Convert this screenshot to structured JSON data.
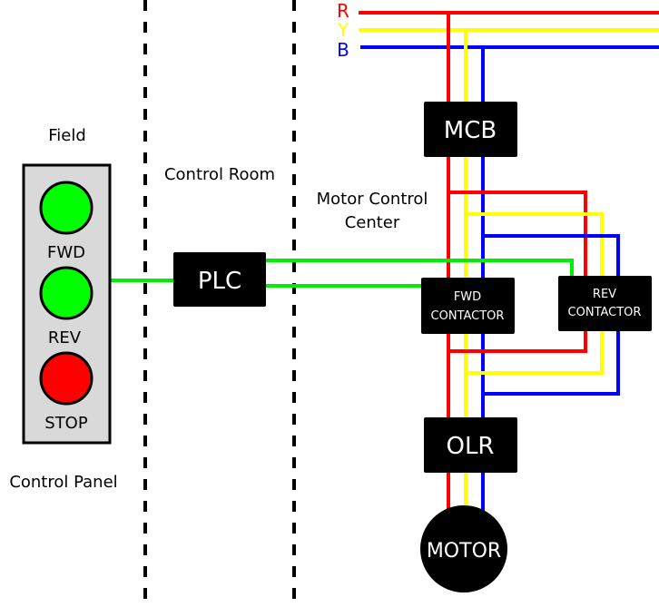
{
  "zones": {
    "field": "Field",
    "control_room": "Control Room",
    "mcc_line1": "Motor Control",
    "mcc_line2": "Center",
    "control_panel": "Control Panel"
  },
  "phases": {
    "r": {
      "label": "R",
      "color": "#ff0000"
    },
    "y": {
      "label": "Y",
      "color": "#ffff00"
    },
    "b": {
      "label": "B",
      "color": "#0000ff"
    }
  },
  "control_wire_color": "#00ee00",
  "panel": {
    "buttons": [
      {
        "label": "FWD",
        "color": "#00ff00"
      },
      {
        "label": "REV",
        "color": "#00ff00"
      },
      {
        "label": "STOP",
        "color": "#ff0000"
      }
    ]
  },
  "devices": {
    "plc": "PLC",
    "mcb": "MCB",
    "fwd_contactor_line1": "FWD",
    "fwd_contactor_line2": "CONTACTOR",
    "rev_contactor_line1": "REV",
    "rev_contactor_line2": "CONTACTOR",
    "olr": "OLR",
    "motor": "MOTOR"
  }
}
